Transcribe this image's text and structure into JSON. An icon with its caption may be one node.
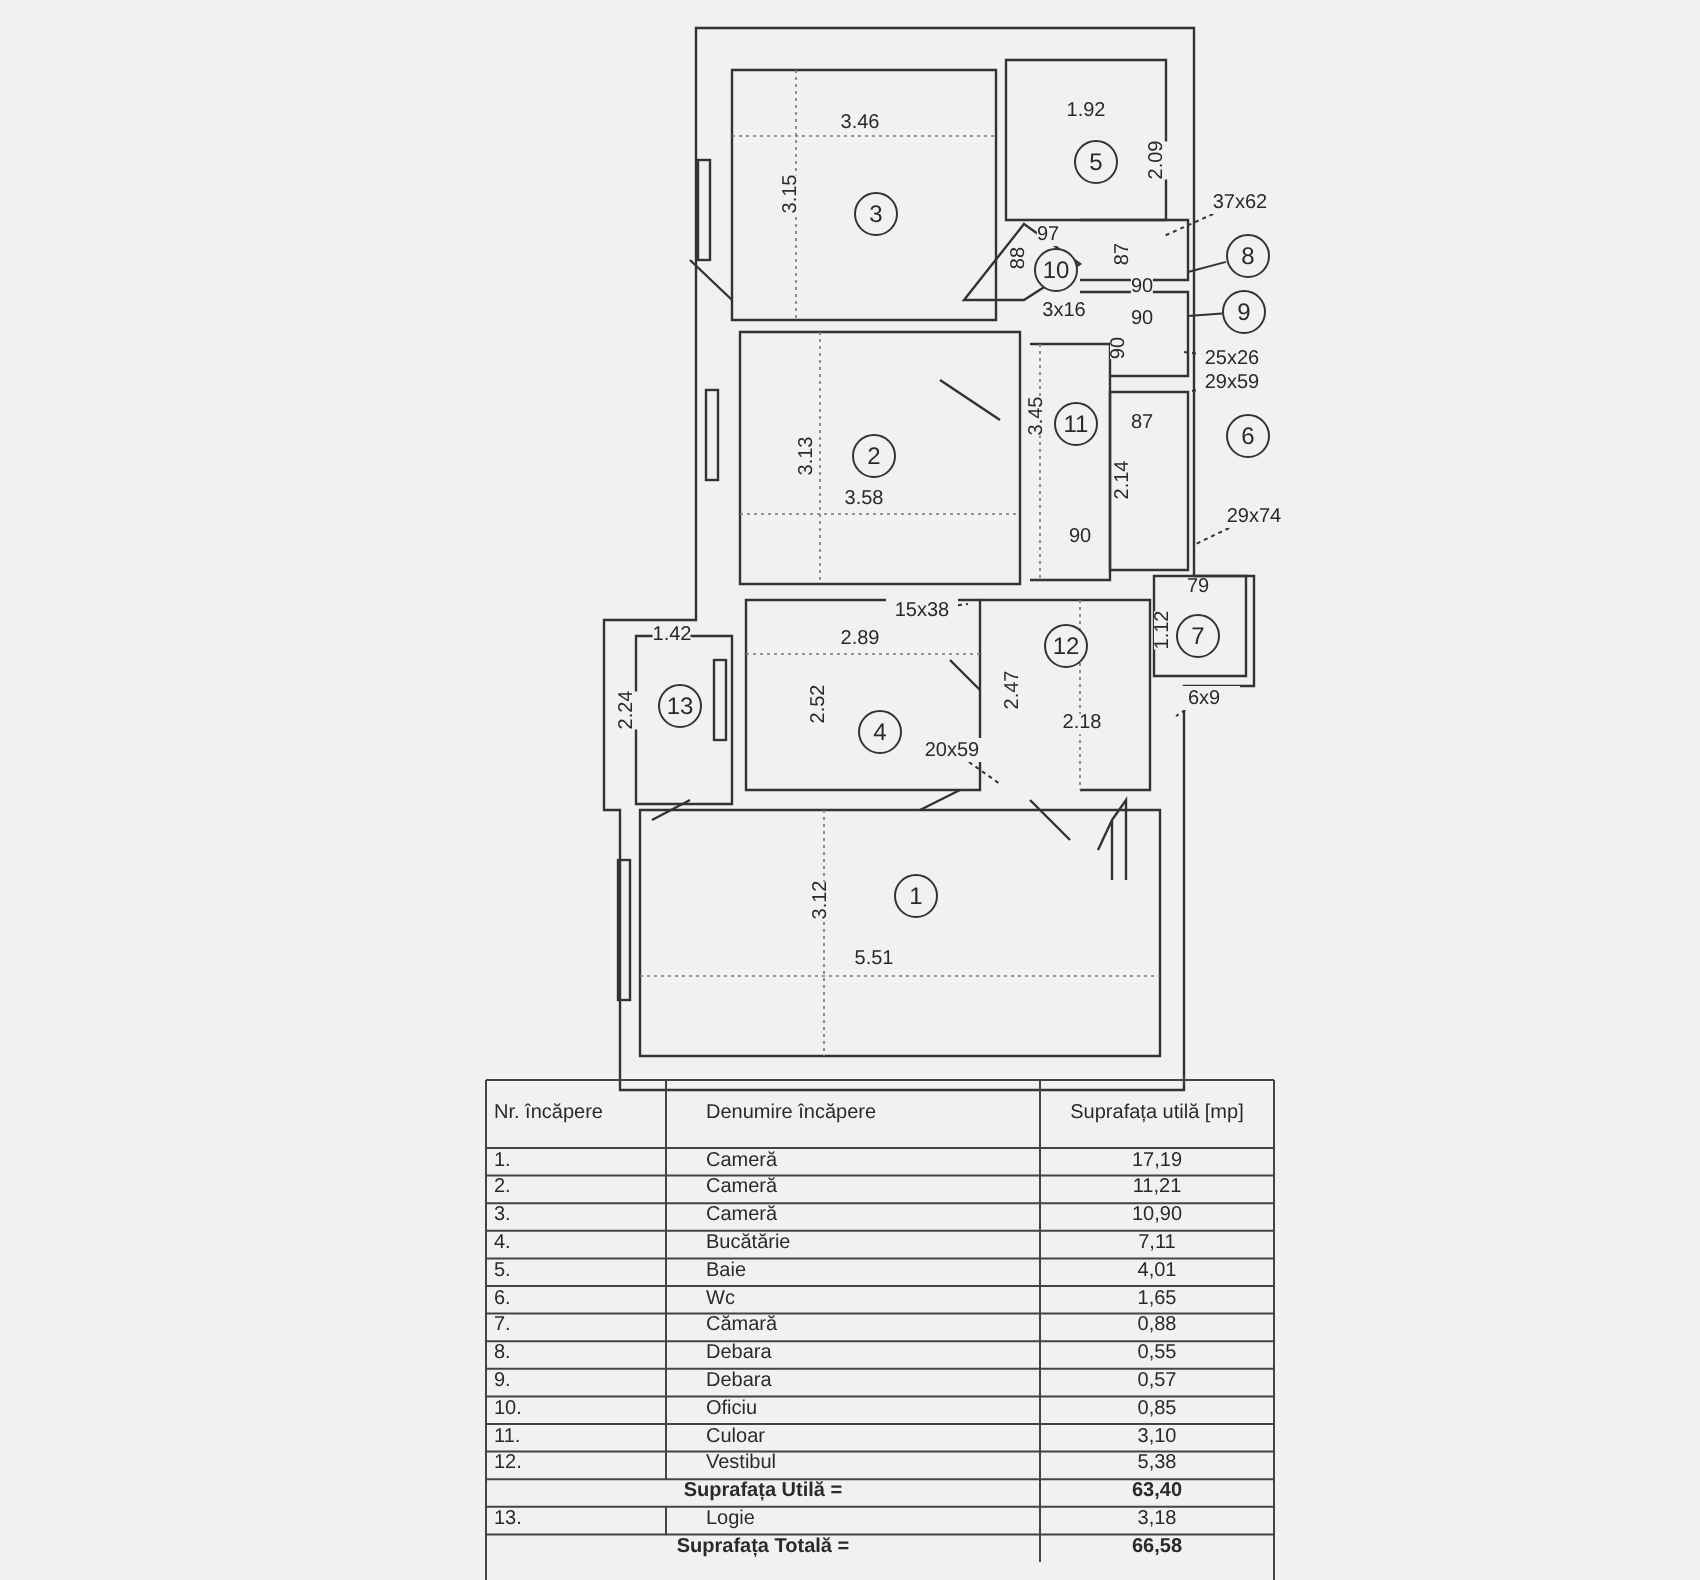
{
  "diagram": {
    "nodes": [
      {
        "text": [
          "5"
        ]
      },
      {
        "text": [
          "37x62"
        ]
      },
      {
        "text": [
          "3"
        ]
      },
      {
        "text": [
          "8"
        ]
      },
      {
        "text": [
          "10"
        ]
      },
      {
        "text": [
          "9"
        ]
      },
      {
        "text": [
          "25x26"
        ]
      },
      {
        "text": [
          "29x59"
        ]
      },
      {
        "text": [
          "11"
        ]
      },
      {
        "text": [
          "6"
        ]
      },
      {
        "text": [
          "2"
        ]
      },
      {
        "text": [
          "29x74"
        ]
      },
      {
        "text": [
          "15x38"
        ]
      },
      {
        "text": [
          "7"
        ]
      },
      {
        "text": [
          "12"
        ]
      },
      {
        "text": [
          "6x9"
        ]
      },
      {
        "text": [
          "13"
        ]
      },
      {
        "text": [
          "4"
        ]
      },
      {
        "text": [
          "20x59"
        ]
      },
      {
        "text": [
          "1"
        ]
      }
    ],
    "edges": [
      {
        "from": 1,
        "to": null,
        "arrow": "none",
        "style": "dashed"
      },
      {
        "from": 3,
        "to": null,
        "arrow": "none"
      },
      {
        "from": 5,
        "to": null,
        "arrow": "none"
      },
      {
        "from": 6,
        "to": null,
        "arrow": "none",
        "style": "dashed"
      },
      {
        "from": 7,
        "to": null,
        "arrow": "none",
        "style": "dashed"
      },
      {
        "from": 11,
        "to": null,
        "arrow": "none",
        "style": "dashed"
      },
      {
        "from": 12,
        "to": null,
        "arrow": "none",
        "style": "dashed"
      },
      {
        "from": 15,
        "to": null,
        "arrow": "none",
        "style": "dashed"
      },
      {
        "from": 18,
        "to": null,
        "arrow": "none",
        "style": "dashed"
      }
    ],
    "labels": [
      "3.46",
      "3.15",
      "1.92",
      "2.09",
      "97",
      "88",
      "87",
      "90",
      "3x16",
      "90",
      "90",
      "3.13",
      "3.58",
      "3.45",
      "87",
      "2.14",
      "90",
      "1.42",
      "2.24",
      "2.89",
      "2.52",
      "2.47",
      "2.18",
      "79",
      "1.12",
      "3.12",
      "5.51",
      "Nr. încăpere",
      "Denumire încăpere",
      "Suprafața utilă [mp]",
      "1.",
      "Cameră",
      "17,19",
      "2.",
      "Cameră",
      "11,21",
      "3.",
      "Cameră",
      "10,90",
      "4.",
      "Bucătărie",
      "7,11",
      "5.",
      "Baie",
      "4,01",
      "6.",
      "Wc",
      "1,65",
      "7.",
      "Cămară",
      "0,88",
      "8.",
      "Debara",
      "0,55",
      "9.",
      "Debara",
      "0,57",
      "10.",
      "Oficiu",
      "0,85",
      "11.",
      "Culoar",
      "3,10",
      "12.",
      "Vestibul",
      "5,38",
      "Suprafața Utilă =",
      "63,40",
      "13.",
      "Logie",
      "3,18",
      "Suprafața Totală =",
      "66,58"
    ]
  }
}
